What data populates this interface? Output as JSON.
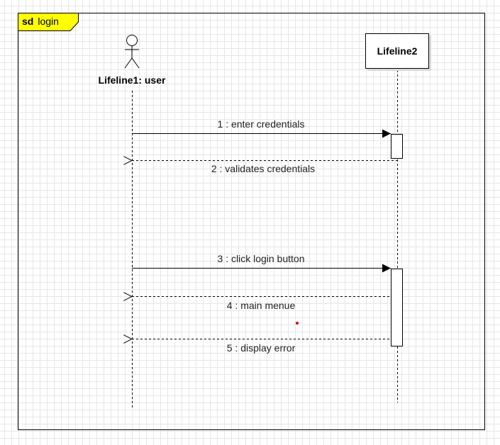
{
  "frame": {
    "keyword": "sd",
    "name": "login"
  },
  "lifelines": {
    "user": "Lifeline1: user",
    "system": "Lifeline2"
  },
  "messages": [
    {
      "label": "1 : enter credentials",
      "type": "sync"
    },
    {
      "label": "2 : validates credentials",
      "type": "return"
    },
    {
      "label": "3 : click login button",
      "type": "sync"
    },
    {
      "label": "4 : main menue",
      "type": "return"
    },
    {
      "label": "5 : display error",
      "type": "return"
    }
  ],
  "colors": {
    "frame_tab": "#ffff00",
    "stray_dot": "#dd0000",
    "grid": "#e6e6e6"
  }
}
